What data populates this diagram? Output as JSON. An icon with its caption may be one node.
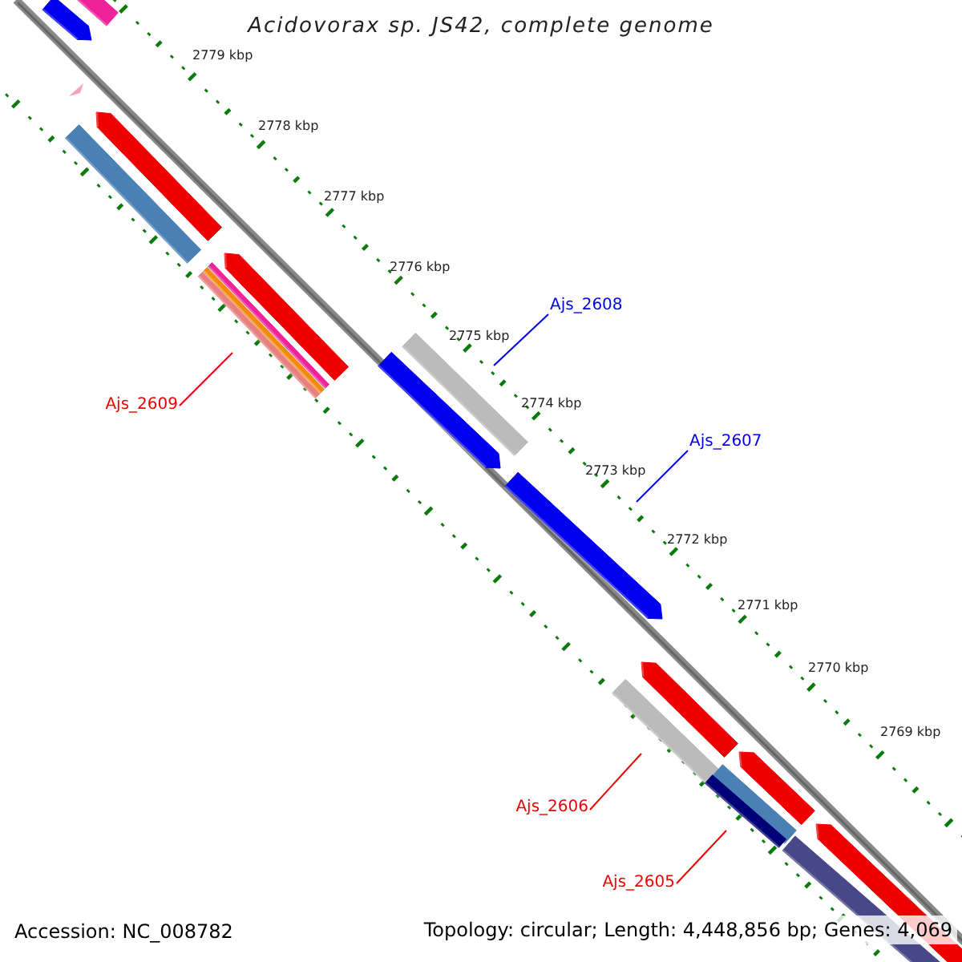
{
  "diagram": {
    "title": "Acidovorax sp. JS42, complete genome",
    "nodes": [
      {
        "text": [
          "Ajs_2608"
        ]
      },
      {
        "text": [
          "Ajs_2609"
        ]
      },
      {
        "text": [
          "Ajs_2607"
        ]
      },
      {
        "text": [
          "Ajs_2606"
        ]
      },
      {
        "text": [
          "Ajs_2605"
        ]
      }
    ],
    "edges": [
      {
        "from": 0,
        "to": null,
        "arrow": "none",
        "color": "#0000ee"
      },
      {
        "from": 1,
        "to": null,
        "arrow": "none"
      },
      {
        "from": 2,
        "to": null,
        "arrow": "none",
        "color": "#0000ee"
      },
      {
        "from": 3,
        "to": null,
        "arrow": "none"
      },
      {
        "from": 4,
        "to": null,
        "arrow": "none"
      }
    ],
    "labels": [
      "2779 kbp",
      "2778 kbp",
      "2777 kbp",
      "2776 kbp",
      "2775 kbp",
      "2774 kbp",
      "2773 kbp",
      "2772 kbp",
      "2771 kbp",
      "2770 kbp",
      "2769 kbp",
      "Accession: NC_008782",
      "Topology: circular; Length: 4,448,856 bp; Genes: 4,069"
    ]
  }
}
